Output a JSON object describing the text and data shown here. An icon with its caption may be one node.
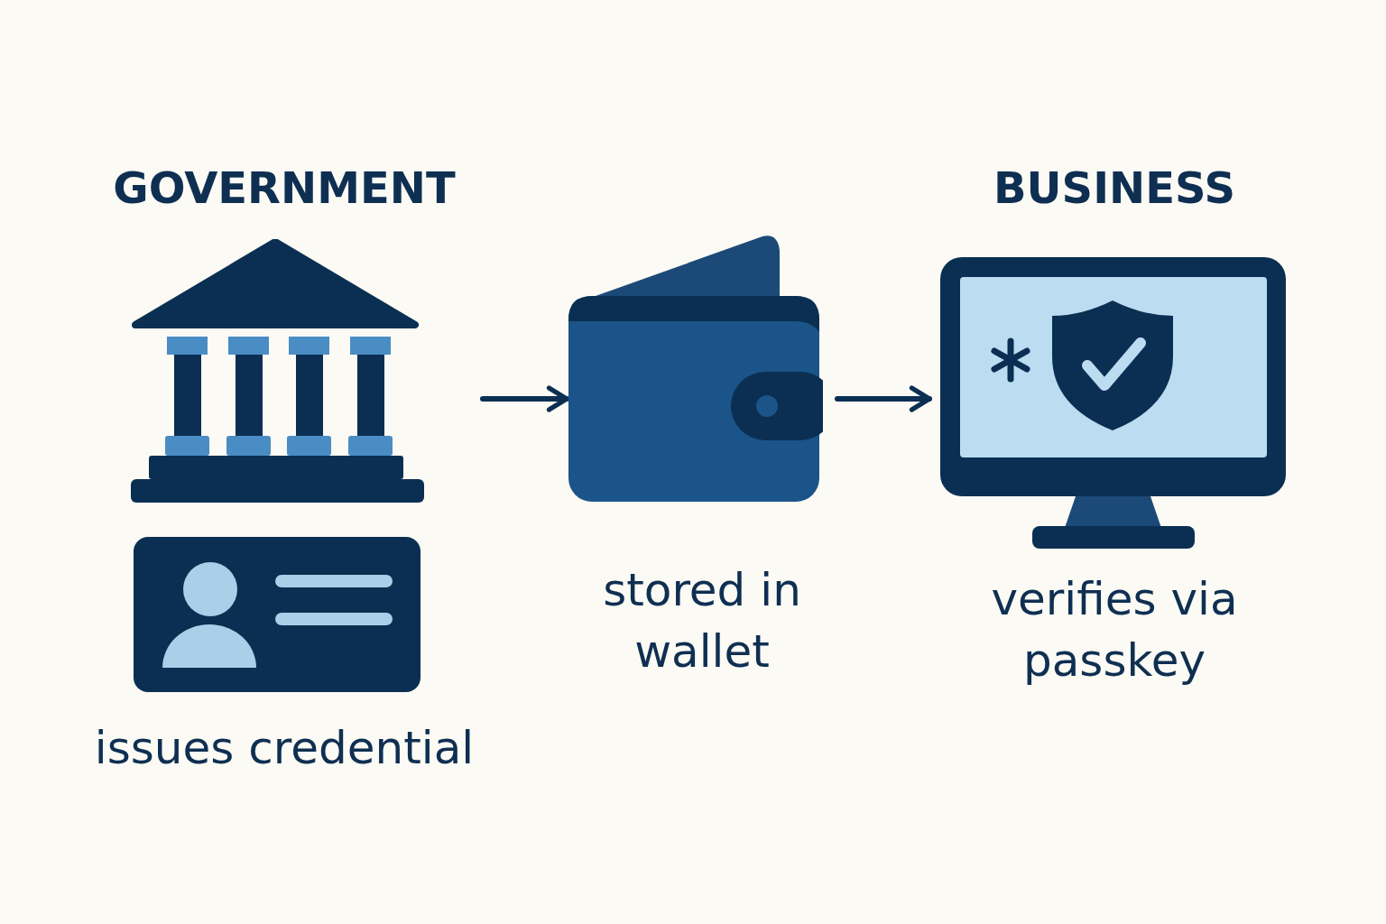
{
  "diagram": {
    "nodes": [
      {
        "text": [
          "GOVERNMENT"
        ],
        "beside": [
          "issues credential"
        ]
      },
      {
        "text": [
          "stored in wallet"
        ]
      },
      {
        "text": [
          "BUSINESS",
          "verifies via passkey"
        ]
      }
    ],
    "edges": [
      {
        "from": 0,
        "to": 1,
        "arrow": "to"
      },
      {
        "from": 1,
        "to": 2,
        "arrow": "to"
      }
    ]
  }
}
